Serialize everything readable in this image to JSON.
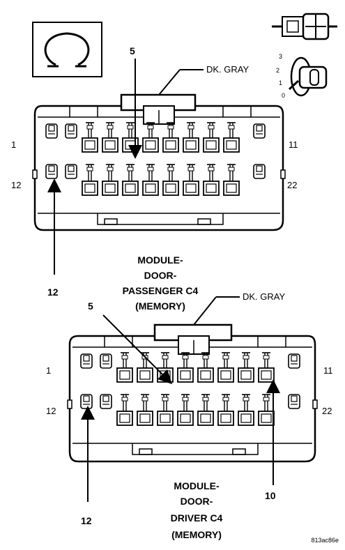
{
  "icons": {
    "ground_symbol": "ground-symbol-icon",
    "connector_symbol": "connector-icon",
    "ignition_symbol": "ignition-key-icon"
  },
  "ignition_positions": [
    "3",
    "2",
    "1",
    "0"
  ],
  "top_connector": {
    "wire_color": "DK. GRAY",
    "pin_left_top": "1",
    "pin_right_top": "11",
    "pin_left_bottom": "12",
    "pin_right_bottom": "22",
    "callout_top": "5",
    "callout_bottom": "12",
    "title_lines": [
      "MODULE-",
      "DOOR-",
      "PASSENGER C4",
      "(MEMORY)"
    ]
  },
  "bottom_connector": {
    "wire_color": "DK. GRAY",
    "pin_left_top": "1",
    "pin_right_top": "11",
    "pin_left_bottom": "12",
    "pin_right_bottom": "22",
    "callout_a": "5",
    "callout_b": "12",
    "callout_c": "10",
    "title_lines": [
      "MODULE-",
      "DOOR-",
      "DRIVER C4",
      "(MEMORY)"
    ]
  },
  "figure_code": "813ac86e"
}
